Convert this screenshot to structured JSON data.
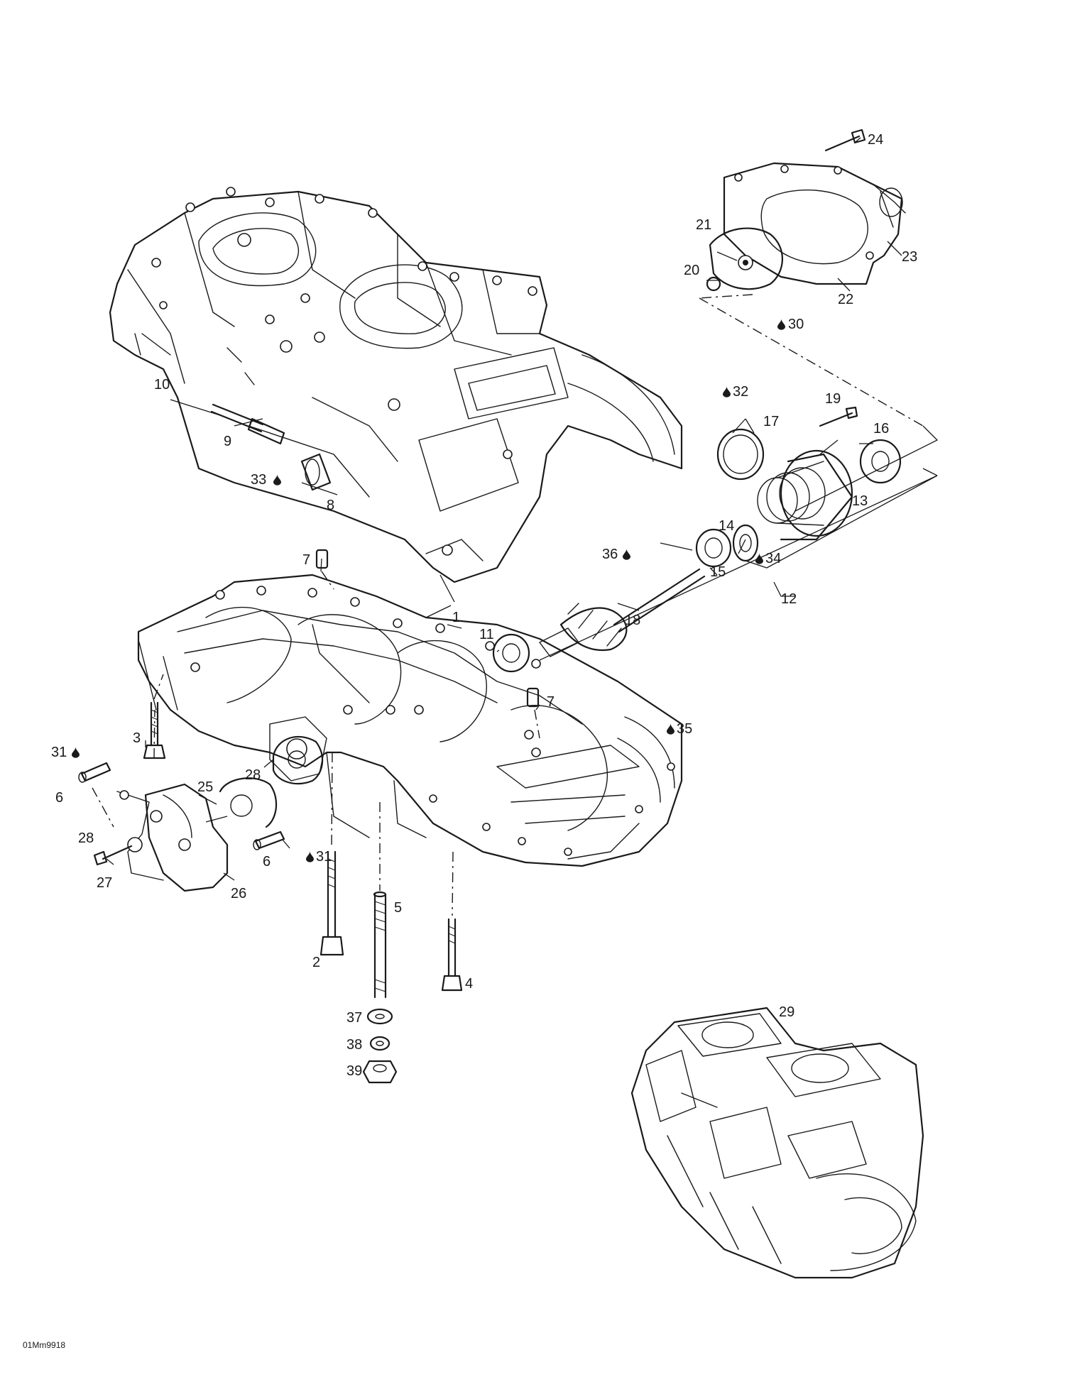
{
  "figure_code": "01Mm9918",
  "callouts": {
    "c1": "1",
    "c2": "2",
    "c3": "3",
    "c4": "4",
    "c5": "5",
    "c6": "6",
    "c7": "7",
    "c8": "8",
    "c9": "9",
    "c10": "10",
    "c11": "11",
    "c12": "12",
    "c13": "13",
    "c14": "14",
    "c15": "15",
    "c16": "16",
    "c17": "17",
    "c18": "18",
    "c19": "19",
    "c20": "20",
    "c21": "21",
    "c22": "22",
    "c23": "23",
    "c24": "24",
    "c25": "25",
    "c26": "26",
    "c27": "27",
    "c28": "28",
    "c29": "29",
    "c30": "30",
    "c31": "31",
    "c32": "32",
    "c33": "33",
    "c34": "34",
    "c35": "35",
    "c36": "36",
    "c37": "37",
    "c38": "38",
    "c39": "39"
  },
  "lubricant_icon": "oil-drop-icon"
}
